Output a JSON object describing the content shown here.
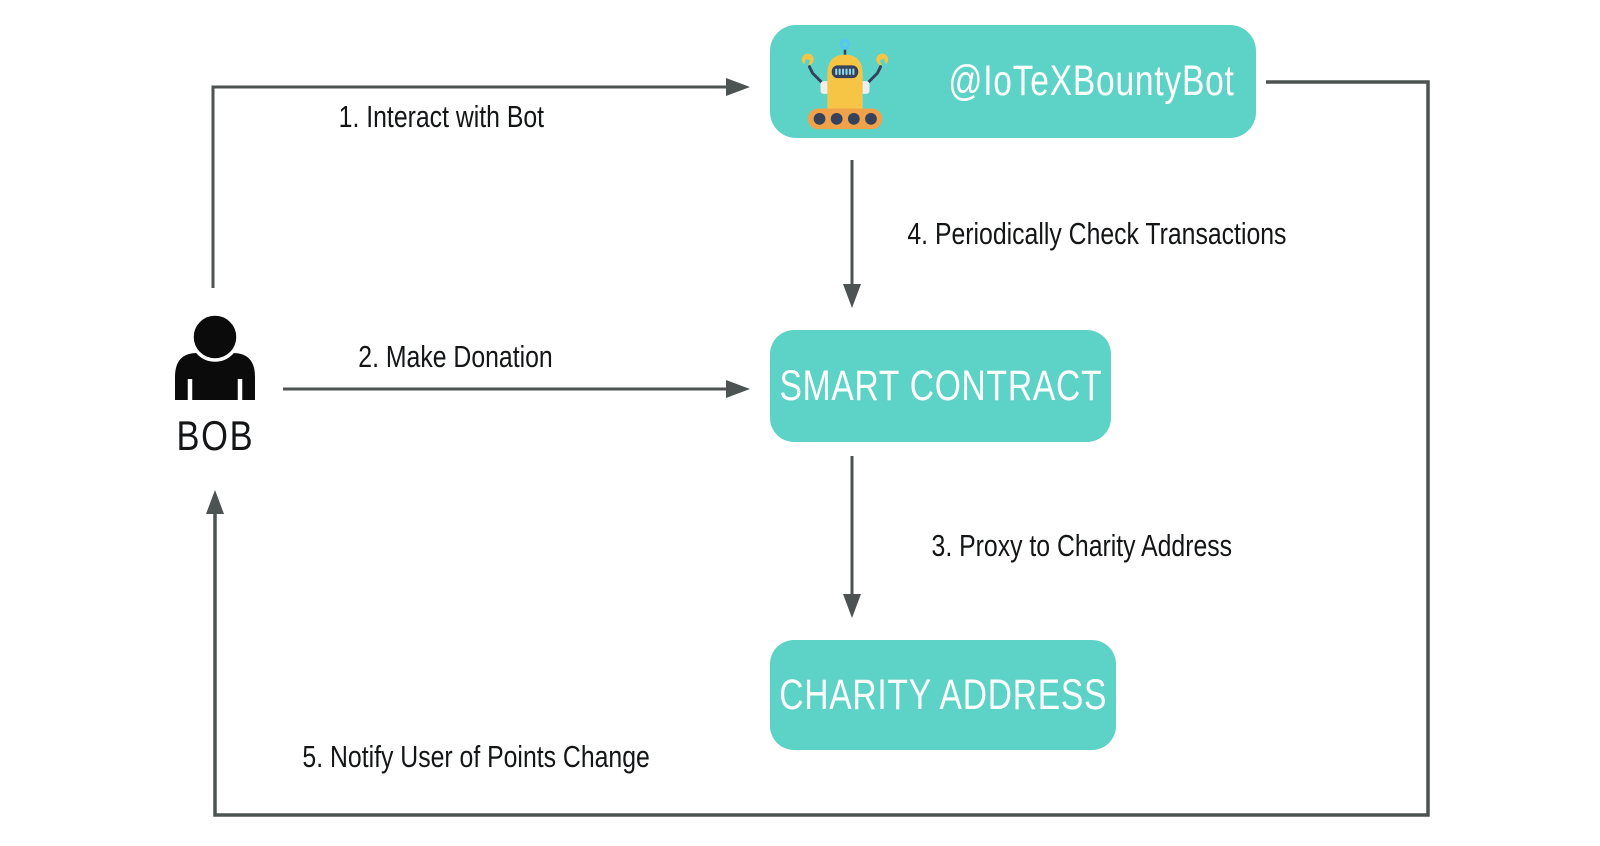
{
  "colors": {
    "accent": "#5CD3C6",
    "line": "#4D5352",
    "label_text": "#131516",
    "box_text": "#FFFFFF",
    "background": "#FFFFFF",
    "robot_yellow": "#F6C545",
    "robot_orange": "#F0A24B",
    "robot_navy": "#36425C",
    "robot_blue": "#55C6EF",
    "robot_grille": "#8FD8EA"
  },
  "nodes": {
    "bot": {
      "label": "@IoTeXBountyBot",
      "icon": "robot-icon"
    },
    "actor": {
      "label": "BOB",
      "icon": "person-icon"
    },
    "smart_contract": {
      "label": "SMART CONTRACT"
    },
    "charity": {
      "label": "CHARITY ADDRESS"
    }
  },
  "edges": [
    {
      "step": 1,
      "label": "1. Interact with Bot",
      "from": "actor",
      "to": "bot"
    },
    {
      "step": 2,
      "label": "2. Make Donation",
      "from": "actor",
      "to": "smart_contract"
    },
    {
      "step": 3,
      "label": "3. Proxy to Charity Address",
      "from": "smart_contract",
      "to": "charity"
    },
    {
      "step": 4,
      "label": "4. Periodically Check Transactions",
      "from": "bot",
      "to": "smart_contract"
    },
    {
      "step": 5,
      "label": "5. Notify User of Points Change",
      "from": "bot",
      "to": "actor"
    }
  ]
}
